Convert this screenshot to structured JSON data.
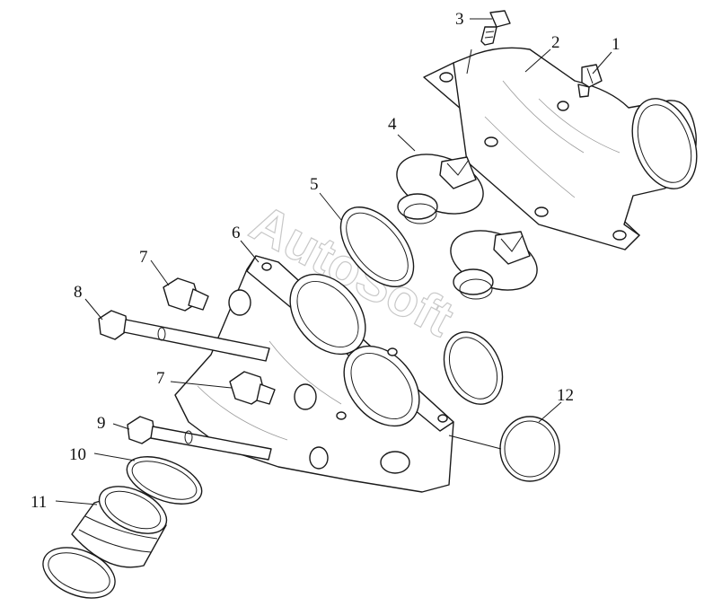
{
  "watermark": "AutoSoft",
  "callouts": [
    {
      "id": "1",
      "part": "fitting"
    },
    {
      "id": "2",
      "part": "thermostat-housing-cover"
    },
    {
      "id": "3",
      "part": "bolt"
    },
    {
      "id": "4",
      "part": "thermostat-upper"
    },
    {
      "id": "5",
      "part": "gasket"
    },
    {
      "id": "6",
      "part": "thermostat-housing-body"
    },
    {
      "id": "7",
      "part": "plug-upper"
    },
    {
      "id": "7",
      "part": "plug-lower"
    },
    {
      "id": "8",
      "part": "long-bolt-upper"
    },
    {
      "id": "9",
      "part": "long-bolt-lower"
    },
    {
      "id": "10",
      "part": "seal-ring"
    },
    {
      "id": "11",
      "part": "pipe-sleeve"
    },
    {
      "id": "12",
      "part": "o-ring"
    }
  ]
}
